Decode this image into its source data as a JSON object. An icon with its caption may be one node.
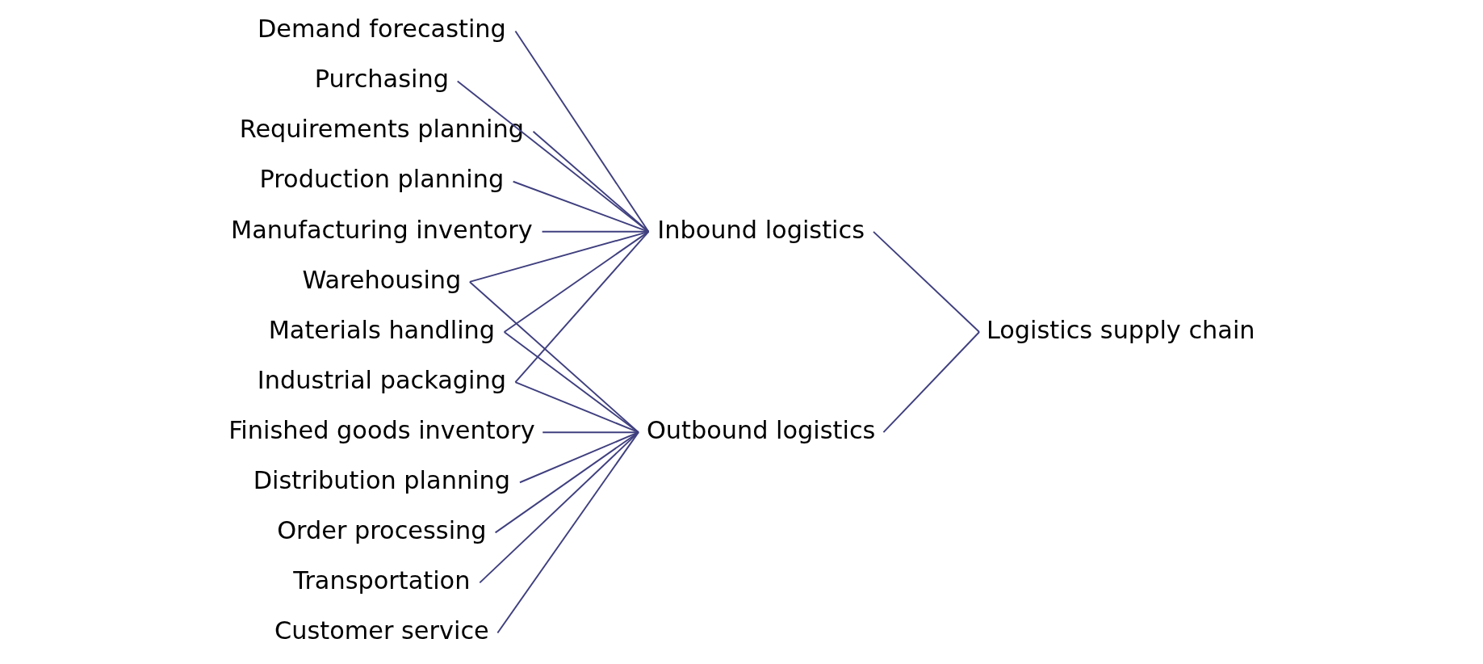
{
  "diagram": {
    "nodes": [
      {
        "text": [
          "Demand forecasting"
        ]
      },
      {
        "text": [
          "Purchasing"
        ]
      },
      {
        "text": [
          "Requirements planning"
        ]
      },
      {
        "text": [
          "Production planning"
        ]
      },
      {
        "text": [
          "Manufacturing inventory"
        ]
      },
      {
        "text": [
          "Warehousing"
        ]
      },
      {
        "text": [
          "Materials handling"
        ]
      },
      {
        "text": [
          "Industrial packaging"
        ]
      },
      {
        "text": [
          "Finished goods inventory"
        ]
      },
      {
        "text": [
          "Distribution planning"
        ]
      },
      {
        "text": [
          "Order processing"
        ]
      },
      {
        "text": [
          "Transportation"
        ]
      },
      {
        "text": [
          "Customer service"
        ]
      },
      {
        "text": [
          "Inbound logistics"
        ]
      },
      {
        "text": [
          "Outbound logistics"
        ]
      },
      {
        "text": [
          "Logistics supply chain"
        ]
      }
    ],
    "edges": [
      {
        "from": 0,
        "to": 13,
        "arrow": "none"
      },
      {
        "from": 1,
        "to": 13,
        "arrow": "none"
      },
      {
        "from": 2,
        "to": 13,
        "arrow": "none"
      },
      {
        "from": 3,
        "to": 13,
        "arrow": "none"
      },
      {
        "from": 4,
        "to": 13,
        "arrow": "none"
      },
      {
        "from": 5,
        "to": 13,
        "arrow": "none"
      },
      {
        "from": 6,
        "to": 13,
        "arrow": "none"
      },
      {
        "from": 7,
        "to": 13,
        "arrow": "none"
      },
      {
        "from": 5,
        "to": 14,
        "arrow": "none"
      },
      {
        "from": 6,
        "to": 14,
        "arrow": "none"
      },
      {
        "from": 7,
        "to": 14,
        "arrow": "none"
      },
      {
        "from": 8,
        "to": 14,
        "arrow": "none"
      },
      {
        "from": 9,
        "to": 14,
        "arrow": "none"
      },
      {
        "from": 10,
        "to": 14,
        "arrow": "none"
      },
      {
        "from": 11,
        "to": 14,
        "arrow": "none"
      },
      {
        "from": 12,
        "to": 14,
        "arrow": "none"
      },
      {
        "from": 13,
        "to": 15,
        "arrow": "none"
      },
      {
        "from": 14,
        "to": 15,
        "arrow": "none"
      }
    ]
  }
}
